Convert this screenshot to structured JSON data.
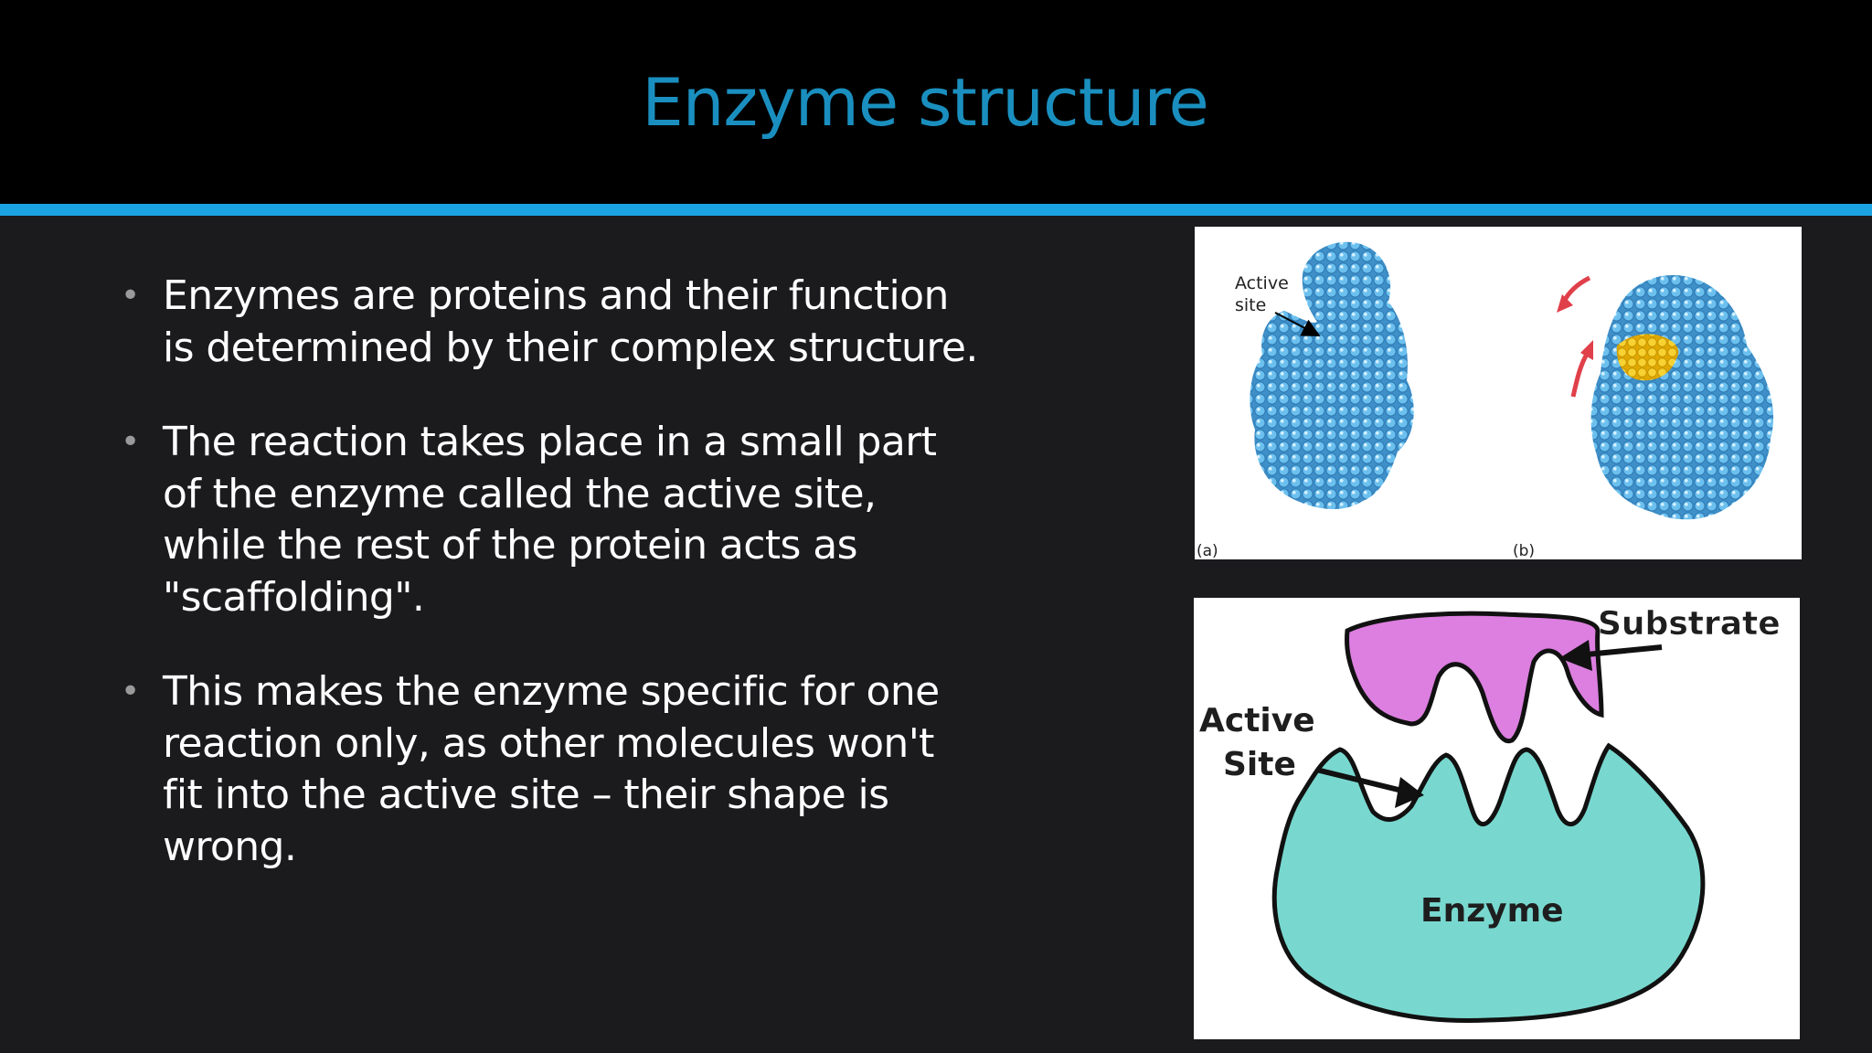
{
  "slide": {
    "title": "Enzyme structure",
    "bullets": [
      "Enzymes are proteins and their function is determined by their complex structure.",
      "The reaction takes place in a small part of the enzyme called the active site, while the rest of the protein acts as \"scaffolding\".",
      "This makes the enzyme specific for one reaction only, as other molecules won't fit into the active site – their shape is wrong."
    ]
  },
  "figure_molecule": {
    "active_site_label_line1": "Active",
    "active_site_label_line2": "site",
    "panel_a_label": "(a)",
    "panel_b_label": "(b)"
  },
  "figure_lock_key": {
    "substrate_label": "Substrate",
    "active_site_line1": "Active",
    "active_site_line2": "Site",
    "enzyme_label": "Enzyme"
  },
  "colors": {
    "title": "#1a8fbf",
    "rule": "#1aa3e0",
    "background": "#1b1a1d",
    "protein": "#4aa6dc",
    "substrate_bound": "#f2c81e",
    "arrow_red": "#e0404a",
    "substrate": "#dc7fe0",
    "enzyme": "#78d8cf"
  }
}
